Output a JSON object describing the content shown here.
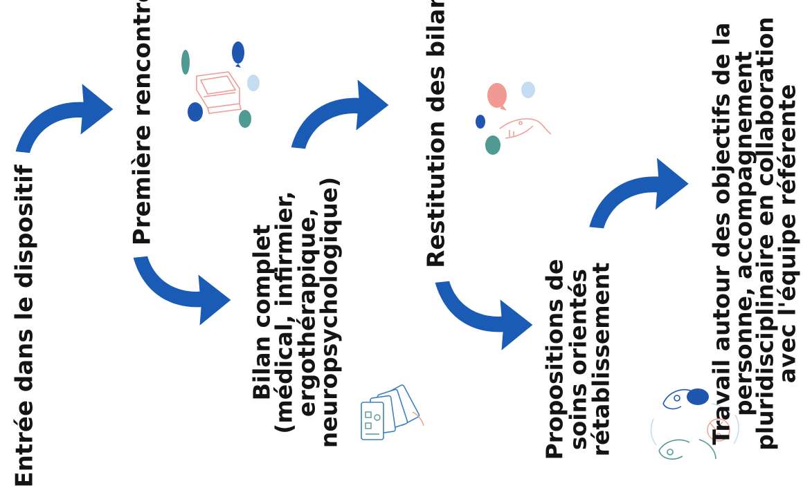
{
  "steps": [
    {
      "lines": [
        "Entrée dans le dispositif"
      ]
    },
    {
      "lines": [
        "Première rencontre"
      ]
    },
    {
      "lines": [
        "Bilan complet",
        "(médical, infirmier,",
        "ergothérapique,",
        "neuropsychologique)"
      ]
    },
    {
      "lines": [
        "Restitution des bilans"
      ]
    },
    {
      "lines": [
        "Propositions de",
        "soins orientés",
        "rétablissement"
      ]
    },
    {
      "lines": [
        "Travail autour des objectifs de la",
        "personne, accompagnement",
        "pluridisciplinaire en collaboration",
        "avec l'équipe référente"
      ]
    }
  ],
  "colors": {
    "arrow": "#1a5bb5",
    "text": "#141414",
    "pink": "#f19a93",
    "teal": "#4f9a92",
    "light_blue": "#c6dcf0",
    "navy": "#1f56b0"
  },
  "icons": [
    "meeting-chat-icon",
    "assessment-cards-icon",
    "conversation-speech-icon",
    "collaboration-faces-icon"
  ]
}
